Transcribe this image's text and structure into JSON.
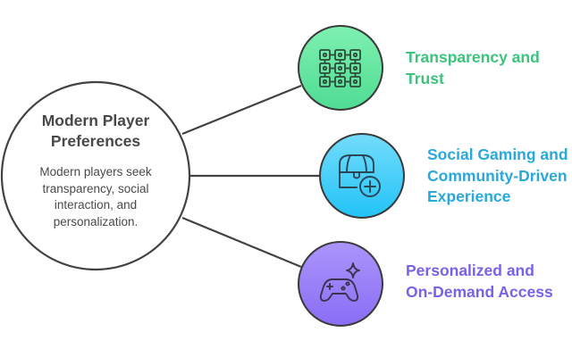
{
  "center": {
    "title_line1": "Modern Player",
    "title_line2": "Preferences",
    "description_lines": [
      "Modern players seek",
      "transparency, social",
      "interaction, and",
      "personalization."
    ]
  },
  "branches": [
    {
      "label_lines": [
        "Transparency and",
        "Trust"
      ],
      "icon": "blockchain-grid-icon",
      "color": "#3cc47c"
    },
    {
      "label_lines": [
        "Social Gaming and",
        "Community-Driven",
        "Experience"
      ],
      "icon": "treasure-chest-plus-icon",
      "color": "#29a9db"
    },
    {
      "label_lines": [
        "Personalized and",
        "On-Demand Access"
      ],
      "icon": "gamepad-sparkle-icon",
      "color": "#7b61e8"
    }
  ]
}
